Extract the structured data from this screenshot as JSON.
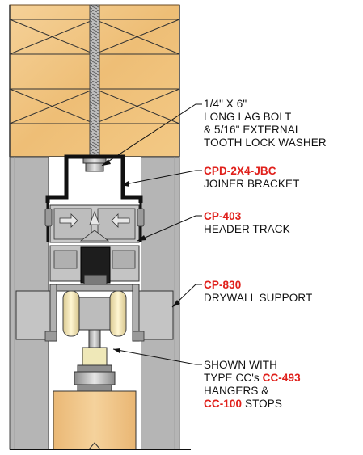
{
  "colors": {
    "wood": "#f2c98a",
    "wood_dark": "#e3ad62",
    "drywall": "#b8b8b8",
    "aluminum": "#c9c9c9",
    "bracket": "#111111",
    "accent_red": "#e0201b",
    "text": "#111111"
  },
  "callouts": {
    "lag_bolt": {
      "line1": "1/4\" X 6\"",
      "line2": "LONG LAG BOLT",
      "line3": "& 5/16\" EXTERNAL",
      "line4": "TOOTH LOCK WASHER"
    },
    "bracket": {
      "part": "CPD-2X4-JBC",
      "desc": "JOINER BRACKET"
    },
    "track": {
      "part": "CP-403",
      "desc": "HEADER TRACK"
    },
    "drywall": {
      "part": "CP-830",
      "desc": "DRYWALL SUPPORT"
    },
    "hangers": {
      "line1": "SHOWN WITH",
      "line2_prefix": "TYPE CC's ",
      "line2_part": "CC-493",
      "line3": "HANGERS &",
      "line4_part": "CC-100",
      "line4_suffix": " STOPS"
    }
  }
}
